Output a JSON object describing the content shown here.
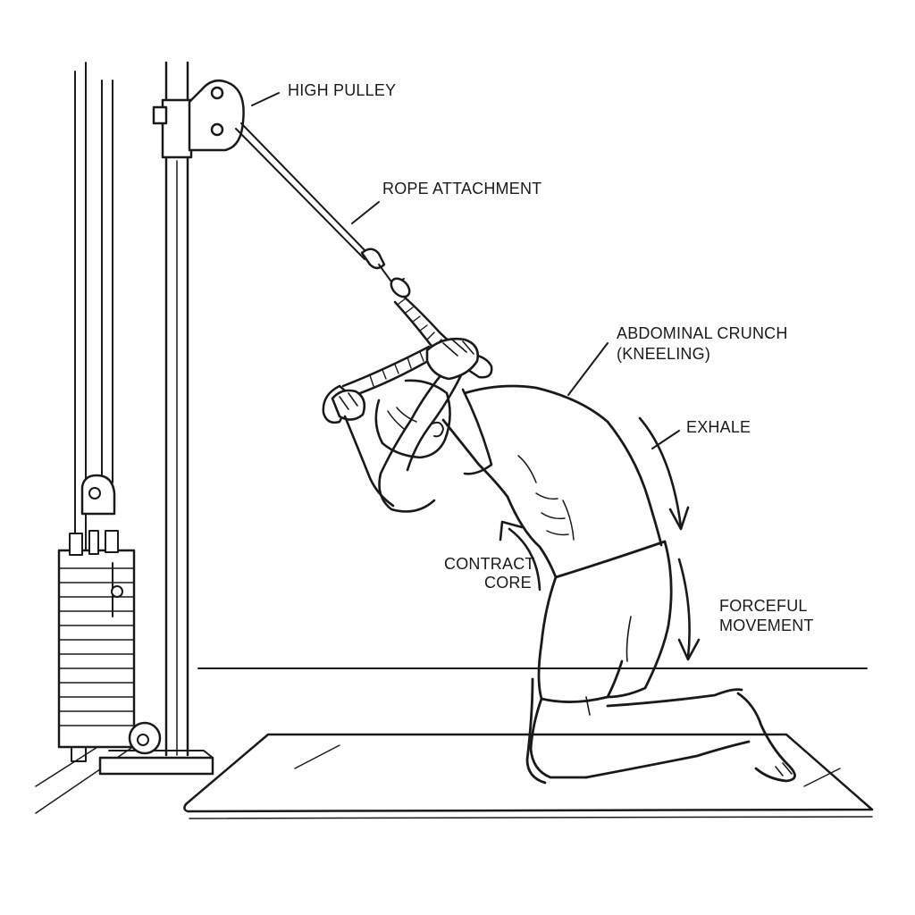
{
  "labels": {
    "high_pulley": "HIGH PULLEY",
    "rope_attachment": "ROPE ATTACHMENT",
    "abdominal_crunch_line1": "ABDOMINAL CRUNCH",
    "abdominal_crunch_line2": "(KNEELING)",
    "exhale": "EXHALE",
    "contract_core_line1": "CONTRACT",
    "contract_core_line2": "CORE",
    "forceful_movement_line1": "FORCEFUL",
    "forceful_movement_line2": "MOVEMENT"
  },
  "colors": {
    "ink": "#1a1a1a",
    "paper": "#ffffff"
  }
}
